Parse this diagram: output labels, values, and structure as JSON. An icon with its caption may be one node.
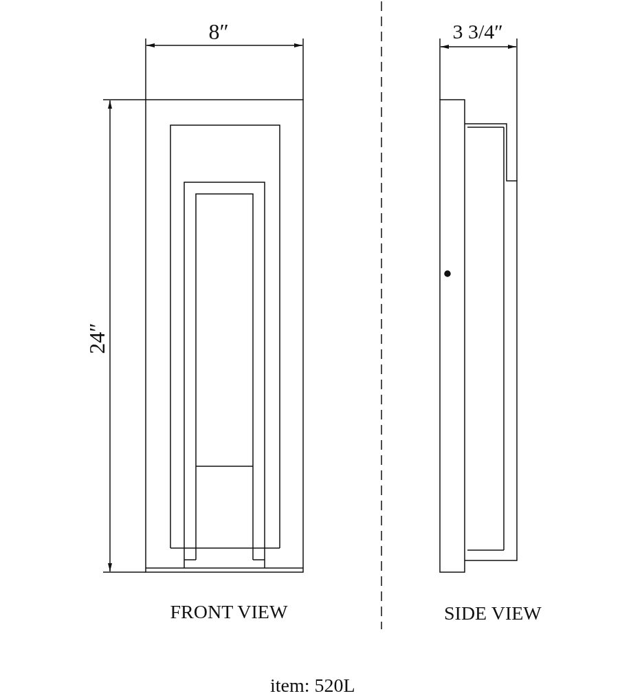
{
  "diagram": {
    "labels": [
      "8″",
      "3 3/4″",
      "24″",
      "FRONT VIEW",
      "SIDE VIEW",
      "item: 520L"
    ]
  }
}
